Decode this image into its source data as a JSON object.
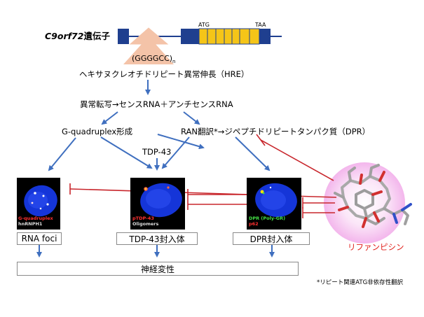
{
  "gene": {
    "name_italic": "C9orf72",
    "name_suffix": "遺伝子",
    "atg": "ATG",
    "taa": "TAA"
  },
  "repeat": {
    "label": "(GGGGCC)",
    "sub": "n"
  },
  "hre": "ヘキサヌクレオチドリピート異常伸長（HRE）",
  "transcription": "異常転写→センスRNA＋アンチセンスRNA",
  "gquad": "G-quadruplex形成",
  "ran": "RAN翻訳*→ジペプチドリピートタンパク質（DPR）",
  "tdp43": "TDP-43",
  "panels": [
    {
      "line1": "G-quadruplex",
      "line2": "hnRNPH1",
      "color1": "#ff3030",
      "color2": "#dcdcdc"
    },
    {
      "line1": "pTDP-43",
      "line2": "Oligomers",
      "color1": "#ff3030",
      "color2": "#dcdcdc"
    },
    {
      "line1": "DPR (Poly-GR)",
      "line2": "p62",
      "color1": "#44e044",
      "color2": "#ff3030"
    }
  ],
  "boxes": {
    "rna_foci": "RNA foci",
    "tdp_inclusion": "TDP-43封入体",
    "dpr_inclusion": "DPR封入体"
  },
  "neuro": "神経変性",
  "drug": "リファンピシン",
  "footnote": "*リピート関連ATG非依存性翻訳",
  "colors": {
    "arrow": "#3f6fbf",
    "exon": "#1f3f8f",
    "coding": "#f5c518",
    "inhibit": "#c8262c",
    "repeat_fill": "#f4c3a8",
    "drug_bg": "#f7c9f1",
    "drug_text": "#e0201a",
    "nucleus": "#1535d8"
  }
}
